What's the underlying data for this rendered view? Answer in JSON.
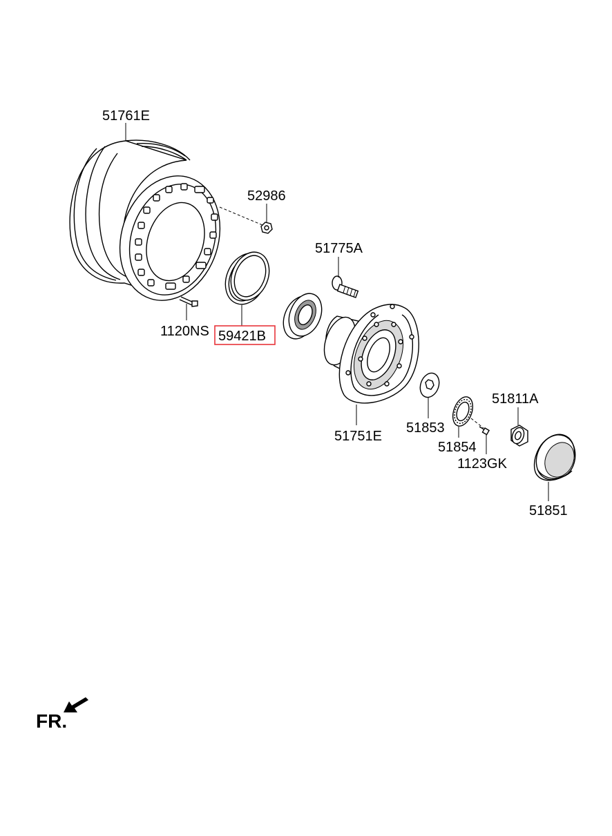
{
  "diagram": {
    "highlight_color": "#e8343a",
    "parts": [
      {
        "id": "p-51761E",
        "label": "51761E"
      },
      {
        "id": "p-52986",
        "label": "52986"
      },
      {
        "id": "p-51775A",
        "label": "51775A"
      },
      {
        "id": "p-1120NS",
        "label": "1120NS"
      },
      {
        "id": "p-59421B",
        "label": "59421B",
        "highlighted": true
      },
      {
        "id": "p-51751E",
        "label": "51751E"
      },
      {
        "id": "p-51853",
        "label": "51853"
      },
      {
        "id": "p-51811A",
        "label": "51811A"
      },
      {
        "id": "p-51854",
        "label": "51854"
      },
      {
        "id": "p-1123GK",
        "label": "1123GK"
      },
      {
        "id": "p-51851",
        "label": "51851"
      }
    ],
    "direction_indicator": {
      "label": "FR.",
      "icon": "arrow-icon"
    }
  }
}
